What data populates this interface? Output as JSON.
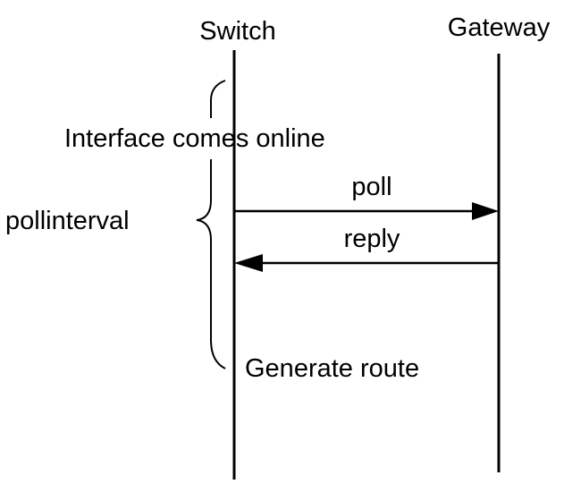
{
  "participants": {
    "switch": "Switch",
    "gateway": "Gateway"
  },
  "events": {
    "interface_online": "Interface comes online",
    "generate_route": "Generate route"
  },
  "messages": {
    "poll": "poll",
    "reply": "reply"
  },
  "interval_label": "pollinterval"
}
